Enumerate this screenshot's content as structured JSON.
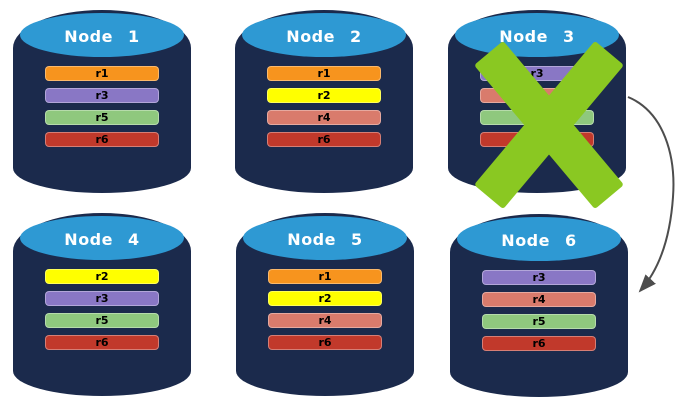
{
  "diagram": {
    "description_labels": [],
    "colors": {
      "cylinder_body": "#1B2A4C",
      "cylinder_top": "#2E99D3",
      "x_mark": "#8AC822",
      "arrow": "#4D4D4D"
    }
  },
  "replica_colors": {
    "r1": "#F7941E",
    "r2": "#FFFF00",
    "r3": "#8977C5",
    "r4": "#D97B6C",
    "r5": "#8FC87E",
    "r6": "#C1392B"
  },
  "nodes": [
    {
      "title": "Node 1",
      "failed": false,
      "replicas": [
        {
          "label": "r1",
          "color": "#F7941E"
        },
        {
          "label": "r3",
          "color": "#8977C5"
        },
        {
          "label": "r5",
          "color": "#8FC87E"
        },
        {
          "label": "r6",
          "color": "#C1392B"
        }
      ]
    },
    {
      "title": "Node 2",
      "failed": false,
      "replicas": [
        {
          "label": "r1",
          "color": "#F7941E"
        },
        {
          "label": "r2",
          "color": "#FFFF00"
        },
        {
          "label": "r4",
          "color": "#D97B6C"
        },
        {
          "label": "r6",
          "color": "#C1392B"
        }
      ]
    },
    {
      "title": "Node 3",
      "failed": true,
      "replicas": [
        {
          "label": "r3",
          "color": "#8977C5"
        },
        {
          "label": "r4",
          "color": "#D97B6C"
        },
        {
          "label": "r5",
          "color": "#8FC87E"
        },
        {
          "label": "r6",
          "color": "#C1392B"
        }
      ]
    },
    {
      "title": "Node 4",
      "failed": false,
      "replicas": [
        {
          "label": "r2",
          "color": "#FFFF00"
        },
        {
          "label": "r3",
          "color": "#8977C5"
        },
        {
          "label": "r5",
          "color": "#8FC87E"
        },
        {
          "label": "r6",
          "color": "#C1392B"
        }
      ]
    },
    {
      "title": "Node 5",
      "failed": false,
      "replicas": [
        {
          "label": "r1",
          "color": "#F7941E"
        },
        {
          "label": "r2",
          "color": "#FFFF00"
        },
        {
          "label": "r4",
          "color": "#D97B6C"
        },
        {
          "label": "r6",
          "color": "#C1392B"
        }
      ]
    },
    {
      "title": "Node 6",
      "failed": false,
      "replicas": [
        {
          "label": "r3",
          "color": "#8977C5"
        },
        {
          "label": "r4",
          "color": "#D97B6C"
        },
        {
          "label": "r5",
          "color": "#8FC87E"
        },
        {
          "label": "r6",
          "color": "#C1392B"
        }
      ]
    }
  ],
  "arrow": {
    "from": "Node 3",
    "to": "Node 6"
  }
}
